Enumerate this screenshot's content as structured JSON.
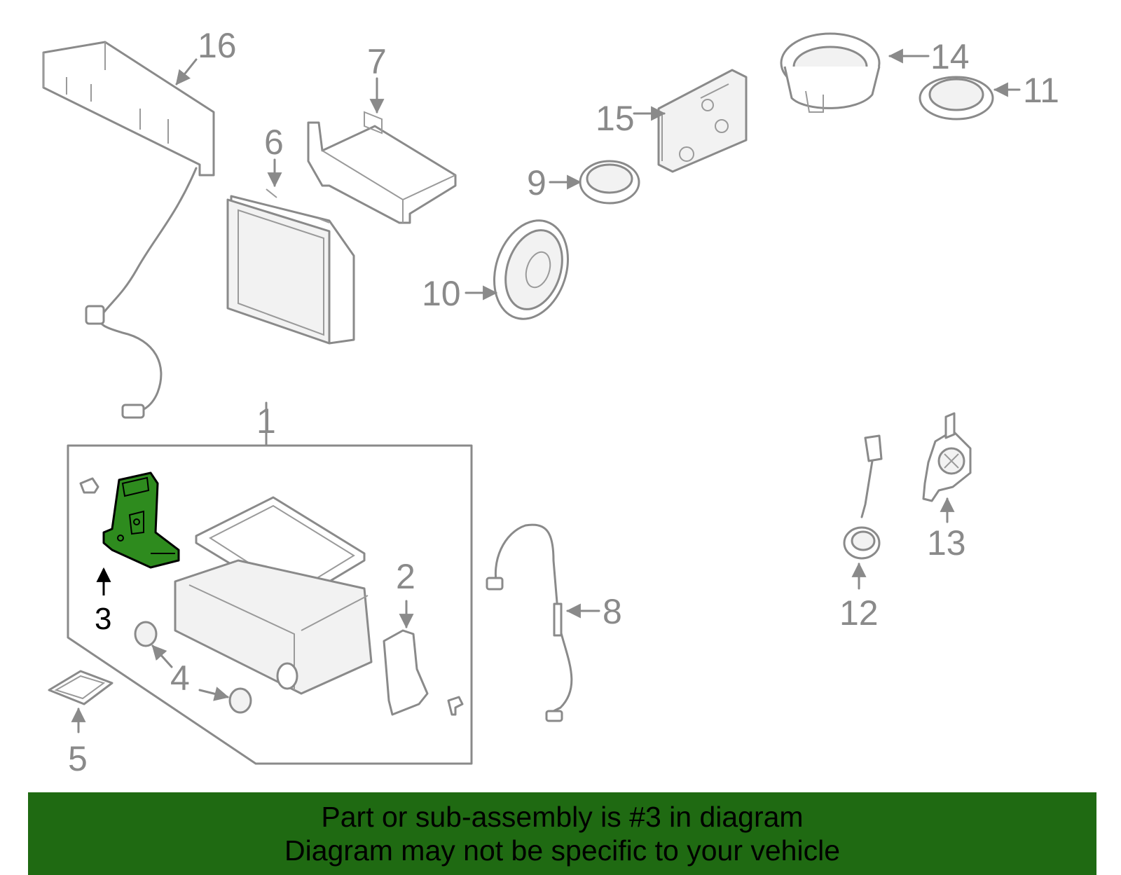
{
  "diagram": {
    "callouts": [
      "1",
      "2",
      "3",
      "4",
      "5",
      "6",
      "7",
      "8",
      "9",
      "10",
      "11",
      "12",
      "13",
      "14",
      "15",
      "16"
    ],
    "highlighted_part": "3",
    "highlight_color": "#2e8b1e",
    "line_color": "#8a8a8a",
    "banner_color": "#1f6a12"
  },
  "banner": {
    "line1": "Part or sub-assembly is #3 in diagram",
    "line2": "Diagram may not be specific to your vehicle"
  }
}
